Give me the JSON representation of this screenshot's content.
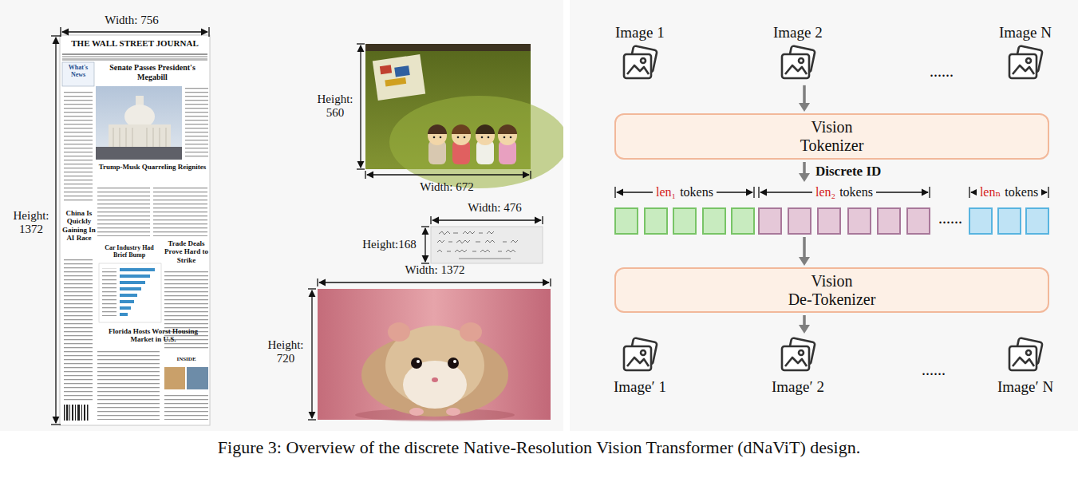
{
  "diagram": {
    "caption": "Figure 3: Overview of the discrete Native-Resolution Vision Transformer (dNaViT) design.",
    "nodes": [
      {
        "text": [
          "Image 1"
        ]
      },
      {
        "text": [
          "Image 2"
        ]
      },
      {
        "text": [
          "Image N"
        ]
      },
      {
        "text": [
          "Vision Tokenizer"
        ]
      },
      {
        "text": [
          "len₁",
          "tokens"
        ]
      },
      {
        "text": [
          "len₂",
          "tokens"
        ]
      },
      {
        "text": [
          "lenₙ",
          "tokens"
        ]
      },
      {
        "text": [
          "Vision De-Tokenizer"
        ]
      },
      {
        "text": [
          "Image′ 1"
        ]
      },
      {
        "text": [
          "Image′ 2"
        ]
      },
      {
        "text": [
          "Image′ N"
        ]
      }
    ],
    "edges": [
      {
        "from": 1,
        "to": 3,
        "arrow": "to"
      },
      {
        "from": 3,
        "to": 5,
        "label": "Discrete ID",
        "arrow": "to"
      },
      {
        "from": 5,
        "to": 7,
        "arrow": "to"
      },
      {
        "from": 7,
        "to": 9,
        "arrow": "to"
      }
    ],
    "labels": [
      "Width: 756",
      "Height: 1372",
      "THE WALL STREET JOURNAL",
      "What's News",
      "Senate Passes President's Megabill",
      "Trump-Musk Quarreling Reignites",
      "China Is Quickly Gaining In AI Race",
      "Car Industry Had Brief Bump",
      "Trade Deals Prove Hard to Strike",
      "Florida Hosts Worst Housing Market in U.S.",
      "INSIDE",
      "Height: 560",
      "Width: 672",
      "Width: 476",
      "Height:168",
      "Width: 1372",
      "Height: 720",
      "......",
      "......",
      "......"
    ]
  }
}
